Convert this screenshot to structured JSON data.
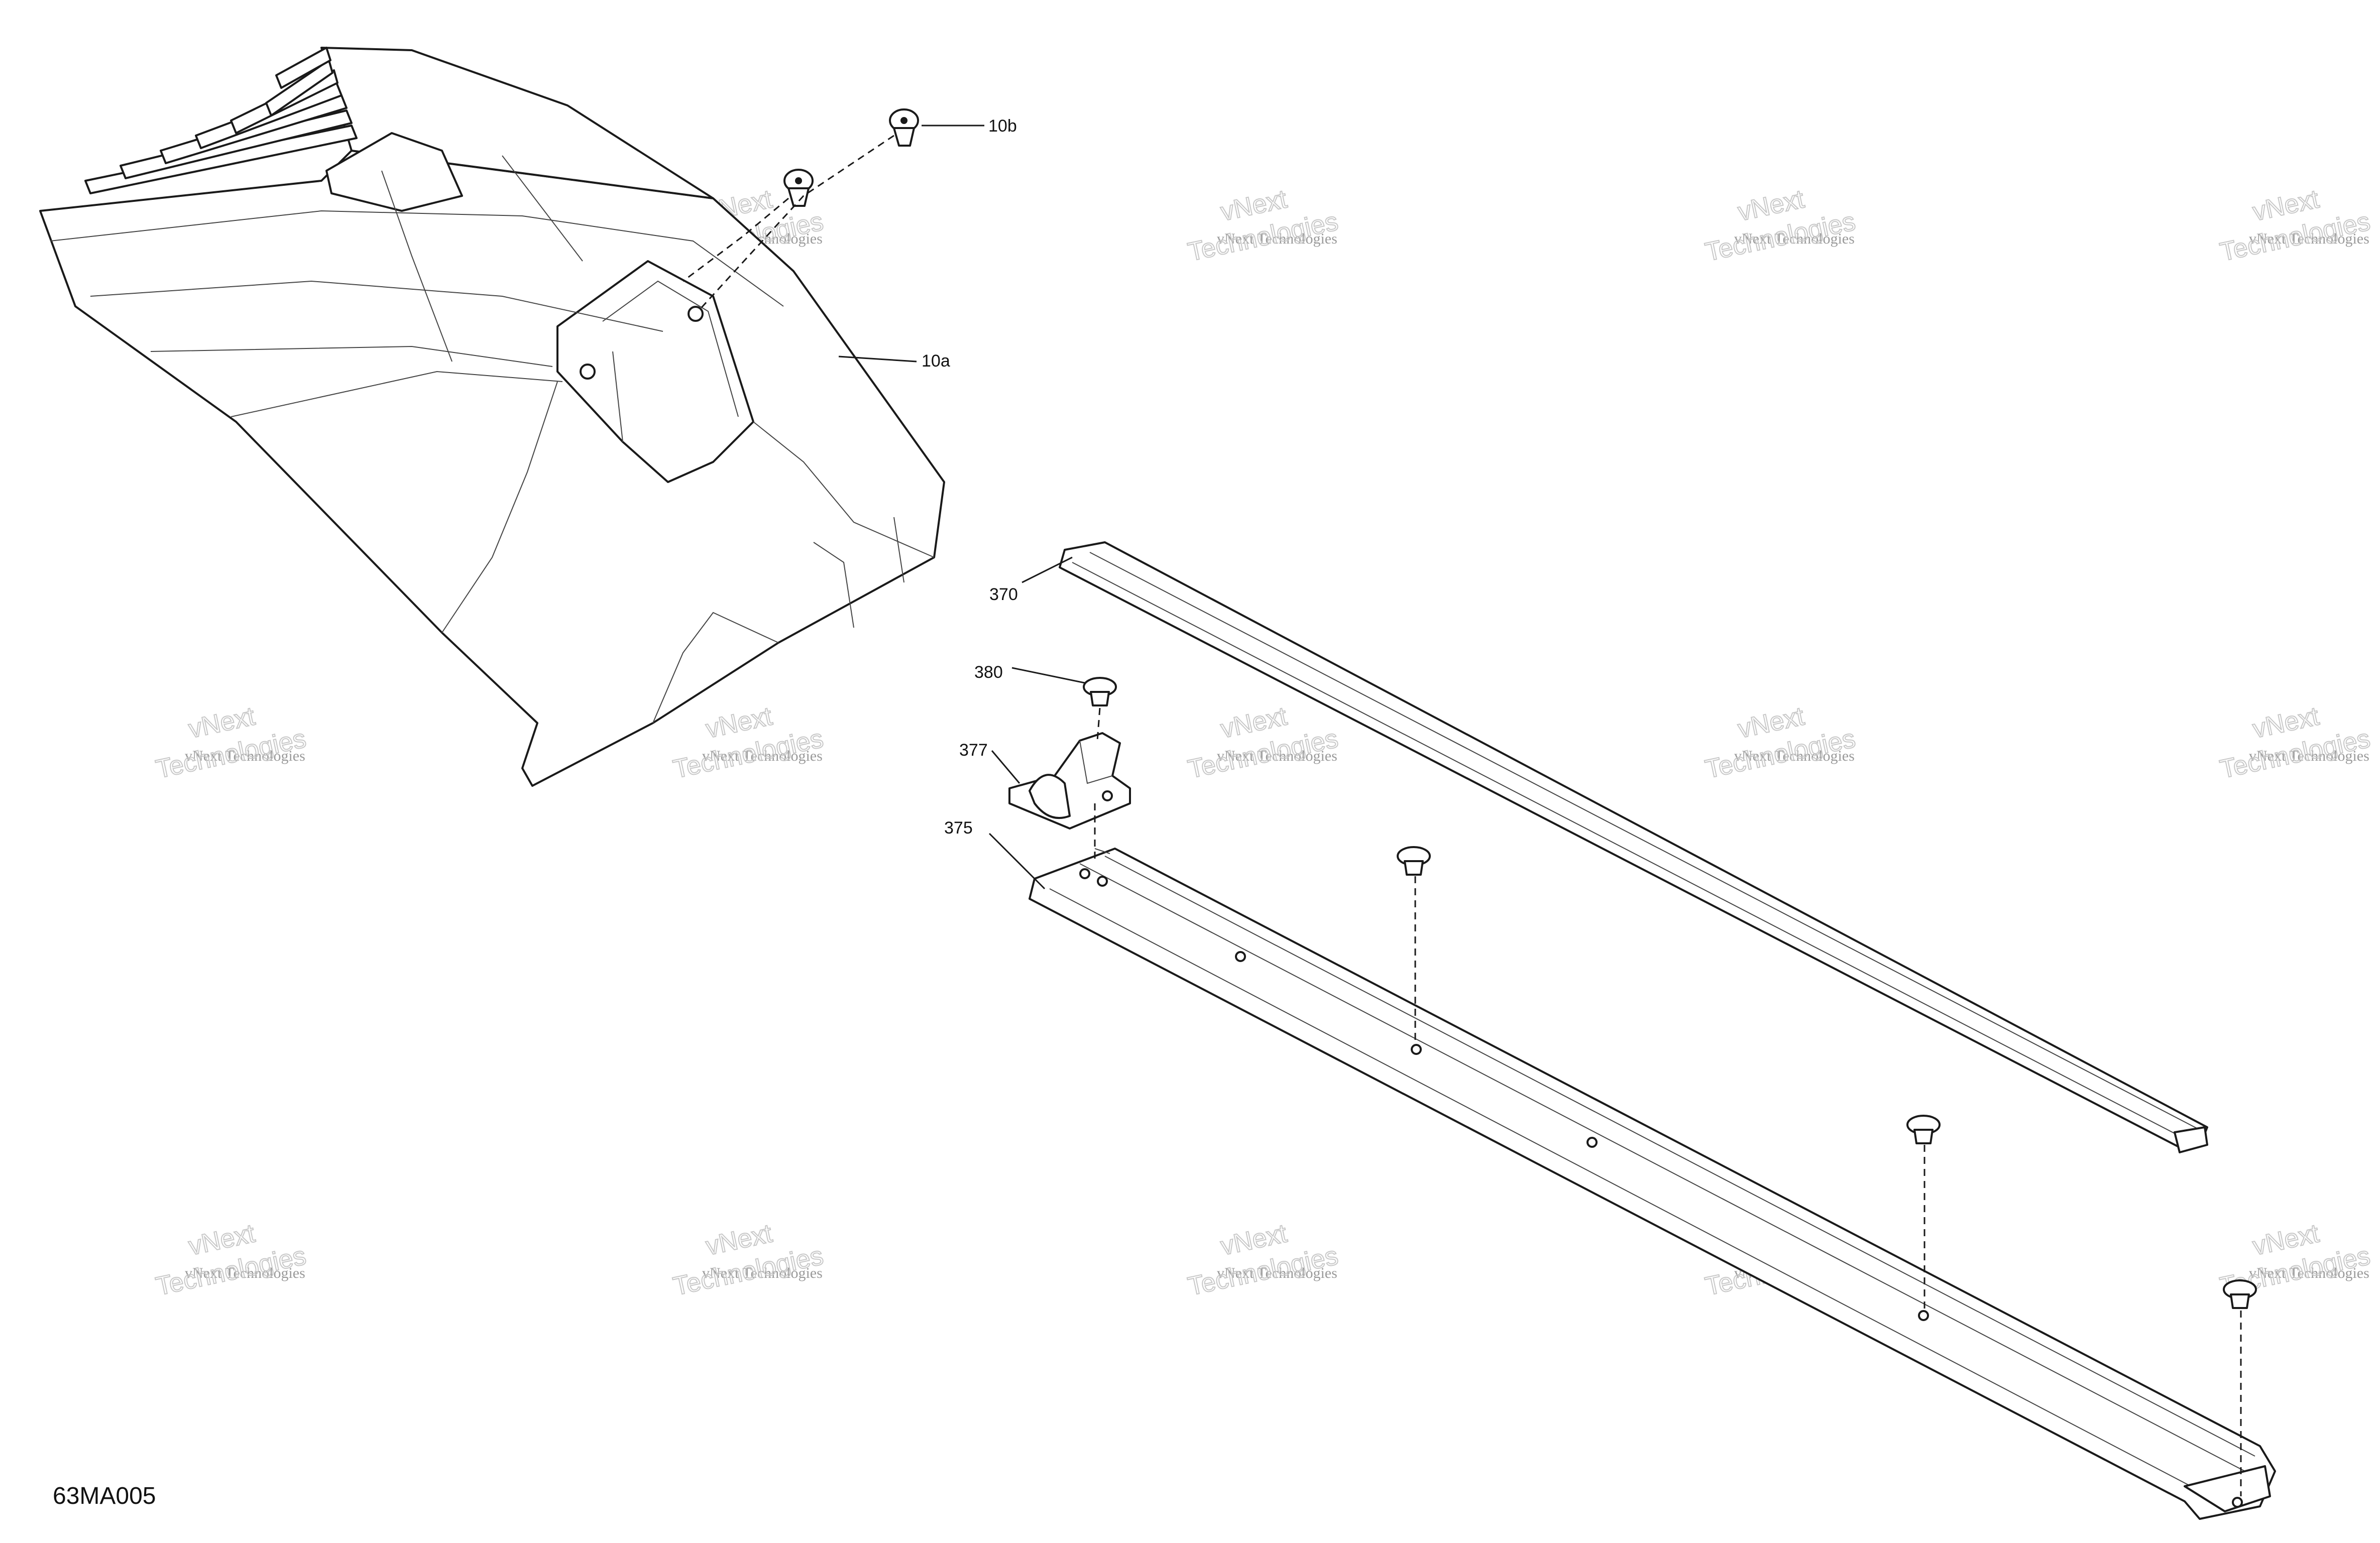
{
  "diagram": {
    "reference_code": "63MA005",
    "callouts": {
      "c10a": "10a",
      "c10b": "10b",
      "c370": "370",
      "c375": "375",
      "c377": "377",
      "c380": "380"
    },
    "watermark": {
      "line1": "vNext Technologies",
      "line2": "Technologies",
      "top": "vNext"
    }
  }
}
